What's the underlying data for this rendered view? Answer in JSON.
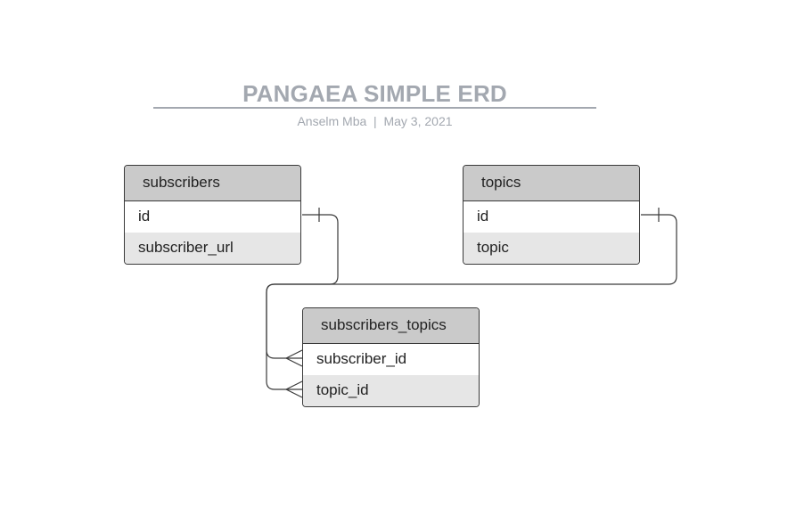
{
  "diagram": {
    "title": "PANGAEA SIMPLE ERD",
    "subtitle": "Anselm Mba  |  May 3, 2021",
    "entities": [
      {
        "name": "subscribers",
        "fields": [
          "id",
          "subscriber_url"
        ]
      },
      {
        "name": "topics",
        "fields": [
          "id",
          "topic"
        ]
      },
      {
        "name": "subscribers_topics",
        "fields": [
          "subscriber_id",
          "topic_id"
        ]
      }
    ],
    "relationships": [
      {
        "from": "subscribers.id",
        "to": "subscribers_topics.subscriber_id",
        "from_cardinality": "one",
        "to_cardinality": "many"
      },
      {
        "from": "topics.id",
        "to": "subscribers_topics.topic_id",
        "from_cardinality": "one",
        "to_cardinality": "many"
      }
    ],
    "colors": {
      "title": "#a3a8b0",
      "header_fill": "#cacaca",
      "alt_row_fill": "#e6e6e6",
      "border": "#3a3a3a"
    }
  }
}
